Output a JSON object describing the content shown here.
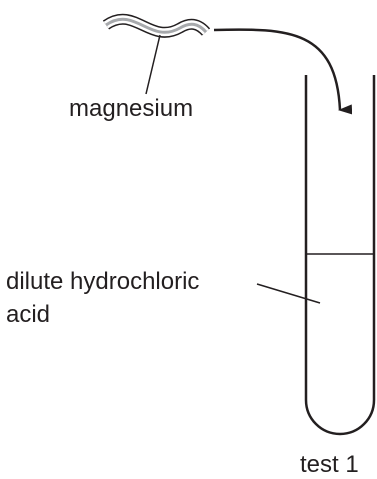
{
  "labels": {
    "magnesium": "magnesium",
    "acid_line1": "dilute hydrochloric",
    "acid_line2": "acid",
    "test": "test 1"
  },
  "colors": {
    "ink": "#231f20",
    "ribbon_inner": "#a7a9ac"
  }
}
